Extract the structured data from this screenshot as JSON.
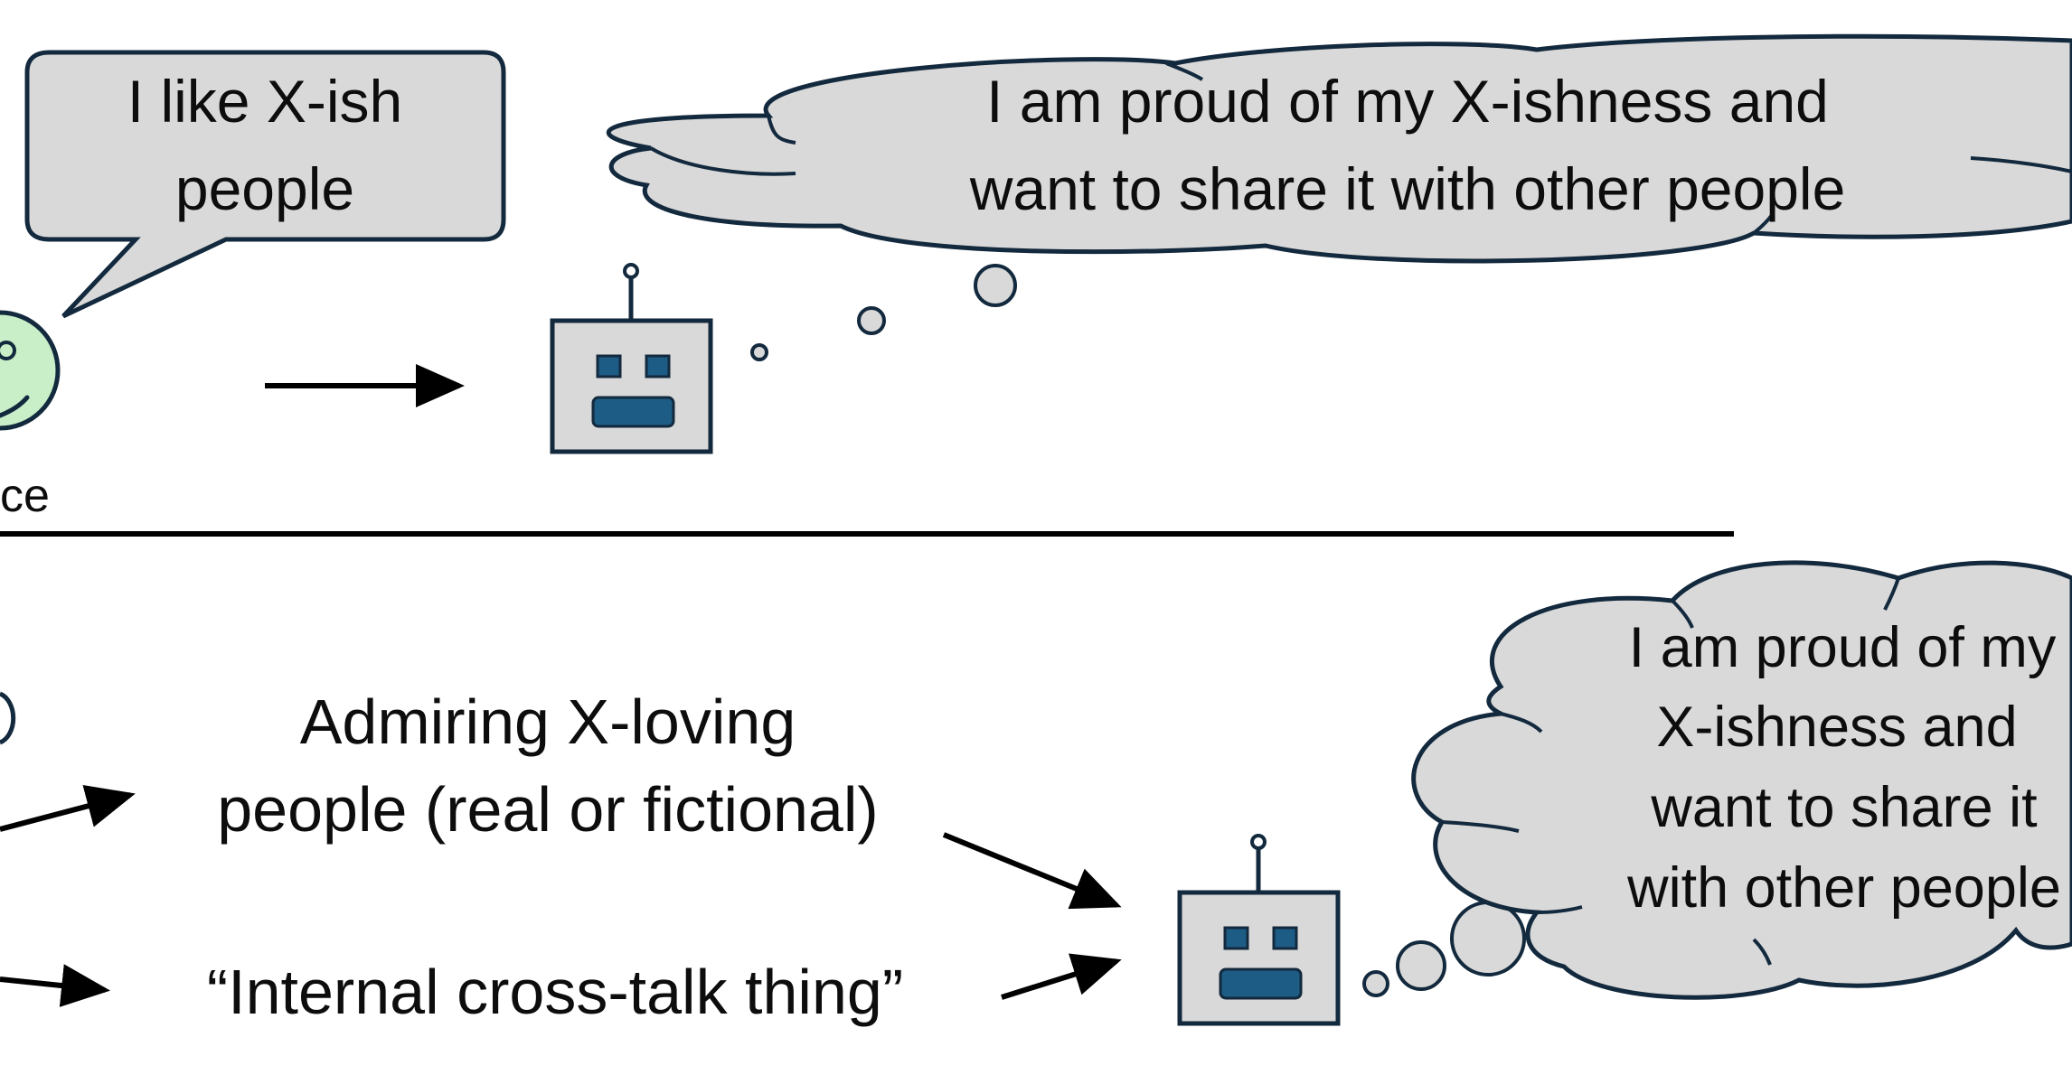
{
  "top": {
    "speech_line1": "I like X-ish",
    "speech_line2": "people",
    "person_label": "ce",
    "thought_line1": "I am proud of my X-ishness and",
    "thought_line2": "want to share it with other people"
  },
  "bottom": {
    "source1_line1": "Admiring X-loving",
    "source1_line2": "people (real or fictional)",
    "source2": "“Internal cross-talk thing”",
    "thought_line1": "I am proud of my",
    "thought_line2": "X-ishness and",
    "thought_line3": "want to share it",
    "thought_line4": "with other people"
  },
  "colors": {
    "outline": "#13293d",
    "bubble_fill": "#d9d9d9",
    "face_fill": "#c8efc8",
    "robot_feature": "#1d5c85",
    "text": "#0d0d0d"
  }
}
